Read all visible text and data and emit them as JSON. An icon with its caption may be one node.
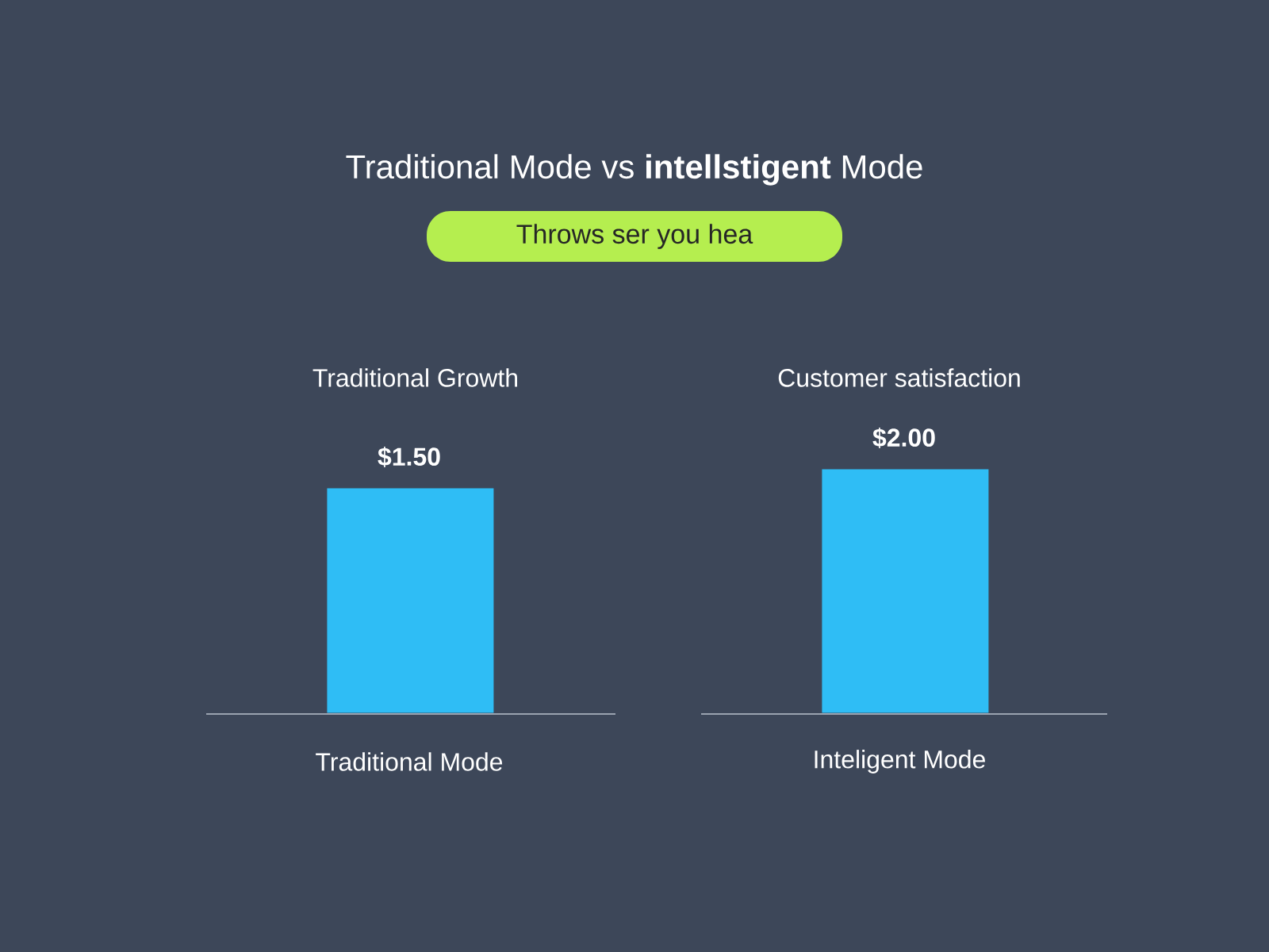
{
  "diagram": {
    "title": "Traditional Mode vs **intellstigent** Mode",
    "nodes": [
      {
        "text": [
          "Throws ser you hea"
        ]
      },
      {
        "text": [],
        "shape": "bar"
      },
      {
        "text": [],
        "shape": "bar"
      }
    ],
    "labels": [
      "Traditional Growth",
      "Customer satisfaction",
      "$1.50",
      "$2.00",
      "Traditional Mode",
      "Inteligent Mode"
    ]
  }
}
